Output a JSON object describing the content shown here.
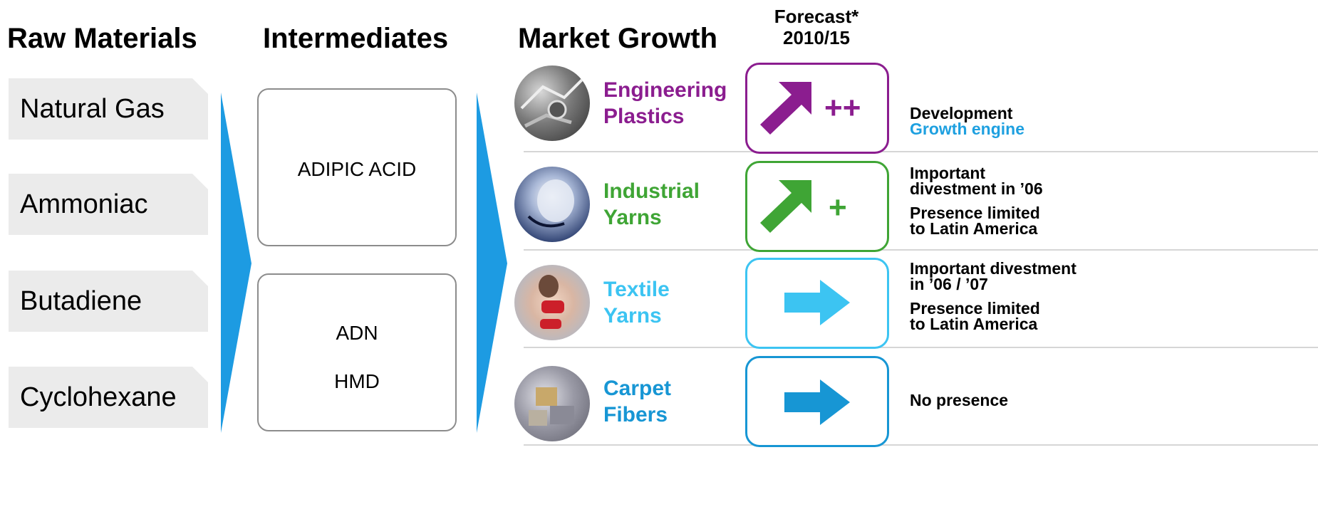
{
  "headers": {
    "raw_materials": "Raw Materials",
    "intermediates": "Intermediates",
    "market_growth": "Market Growth",
    "forecast_line1": "Forecast*",
    "forecast_line2": "2010/15"
  },
  "raw_materials": [
    "Natural Gas",
    "Ammoniac",
    "Butadiene",
    "Cyclohexane"
  ],
  "intermediates": {
    "box1": [
      "ADIPIC ACID"
    ],
    "box2": [
      "ADN",
      "HMD"
    ]
  },
  "segments": [
    {
      "name_line1": "Engineering",
      "name_line2": "Plastics",
      "color": "#8b1d8f",
      "forecast_symbol": "++",
      "arrow": "up",
      "note_lines": [
        "Development",
        "Growth engine"
      ],
      "note_highlight_color": "#1ea0e0"
    },
    {
      "name_line1": "Industrial",
      "name_line2": "Yarns",
      "color": "#3fa535",
      "forecast_symbol": "+",
      "arrow": "up",
      "note_lines": [
        "Important",
        "divestment in ’06",
        "Presence limited",
        "to Latin America"
      ]
    },
    {
      "name_line1": "Textile",
      "name_line2": "Yarns",
      "color": "#3cc4f2",
      "forecast_symbol": "",
      "arrow": "right",
      "note_lines": [
        "Important divestment",
        "in ’06 / ’07",
        "Presence limited",
        "to Latin America"
      ]
    },
    {
      "name_line1": "Carpet",
      "name_line2": "Fibers",
      "color": "#1796d4",
      "forecast_symbol": "",
      "arrow": "right",
      "note_lines": [
        "No presence"
      ]
    }
  ],
  "colors": {
    "flow_arrow": "#1d9be2",
    "raw_box": "#ebebeb",
    "divider": "#d6d6d6"
  }
}
